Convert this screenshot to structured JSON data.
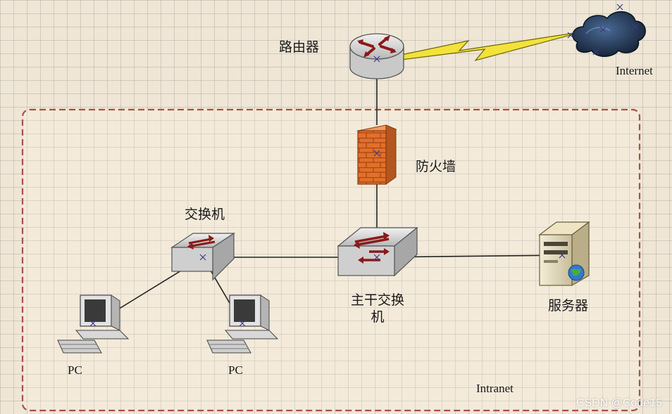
{
  "labels": {
    "router": "路由器",
    "internet": "Internet",
    "firewall": "防火墙",
    "switch": "交换机",
    "core_switch": "主干交换\n机",
    "server": "服务器",
    "pc_left": "PC",
    "pc_right": "PC",
    "intranet": "Intranet"
  },
  "watermark": "CSDN @Code15",
  "colors": {
    "background": "#efe6d5",
    "intranet_border": "#a9504a",
    "link_line": "#222222",
    "firewall_brick": "#e0702a",
    "lightning": "#f2e23a",
    "cloud": "#1d2f4a",
    "arrow": "#8b1a1a"
  },
  "icons": [
    "router-icon",
    "cloud-icon",
    "lightning-icon",
    "firewall-icon",
    "switch-icon",
    "core-switch-icon",
    "server-icon",
    "pc-icon"
  ]
}
